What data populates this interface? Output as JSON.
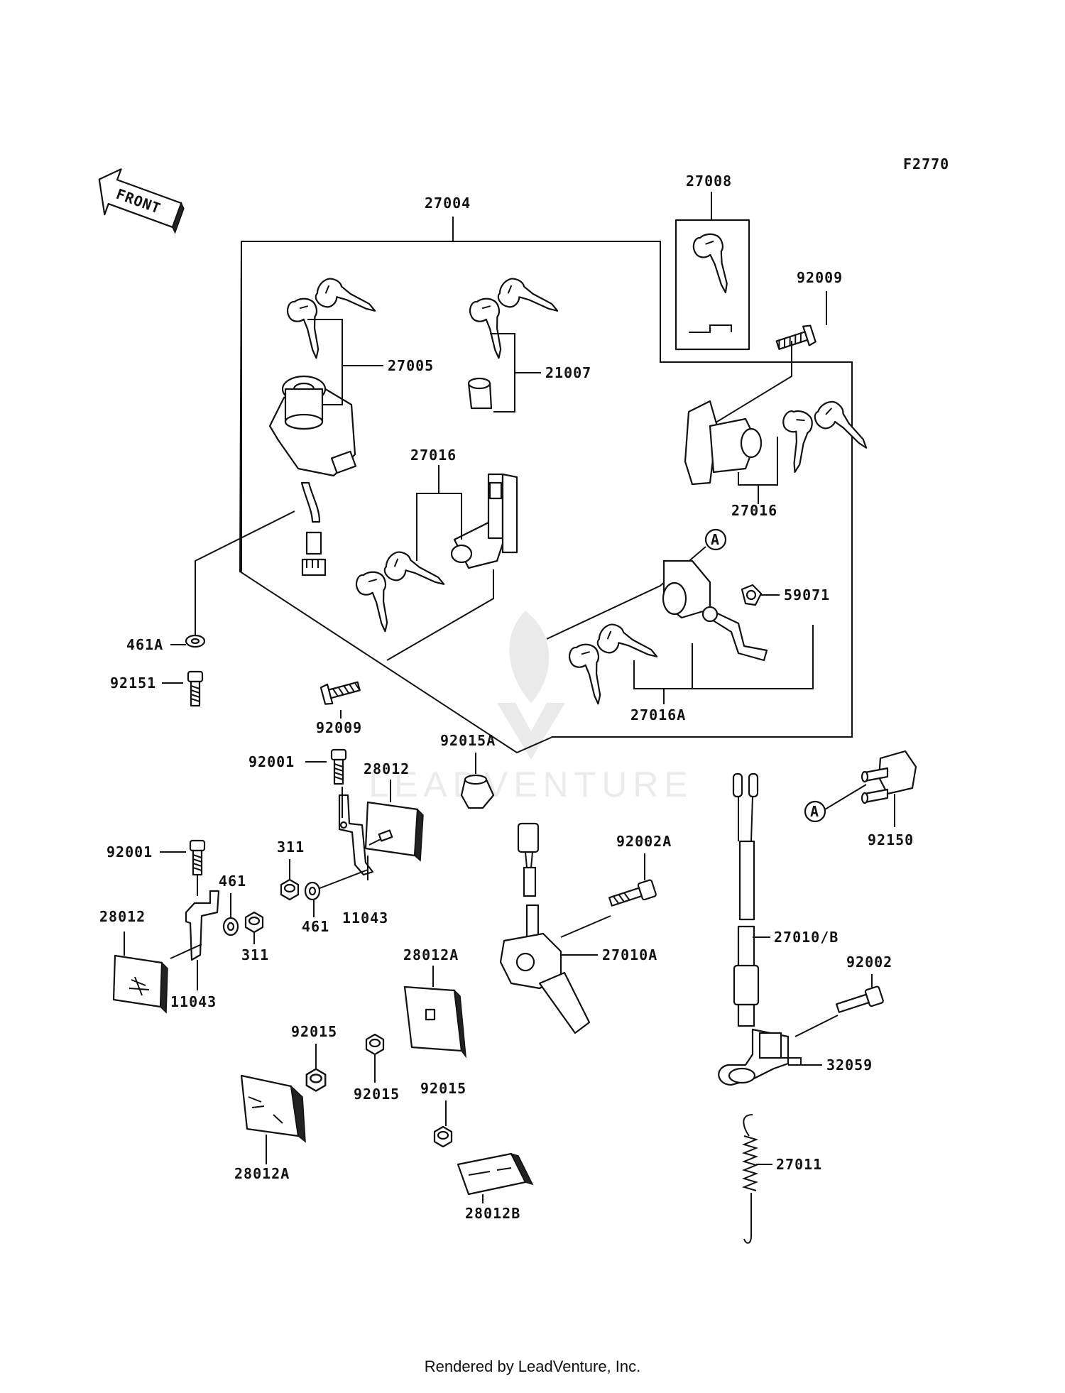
{
  "figure_code": "F2770",
  "front_label": "FRONT",
  "watermark": "LEADVENTURE",
  "footer": "Rendered by LeadVenture, Inc.",
  "callouts": {
    "c27004": "27004",
    "c27008": "27008",
    "c92009_top": "92009",
    "c27005": "27005",
    "c21007": "21007",
    "c27016_mid": "27016",
    "c27016_right": "27016",
    "circle_a_top": "A",
    "c59071": "59071",
    "c461a": "461A",
    "c92151": "92151",
    "c92009_bot": "92009",
    "c27016a": "27016A",
    "c92015a": "92015A",
    "c92001_top": "92001",
    "c28012_top": "28012",
    "c92002a": "92002A",
    "circle_a_bot": "A",
    "c92150": "92150",
    "c92001_left": "92001",
    "c311_top": "311",
    "c461_top": "461",
    "c28012_left": "28012",
    "c461_bot": "461",
    "c11043_mid": "11043",
    "c311_bot": "311",
    "c27010b": "27010/B",
    "c27010a": "27010A",
    "c28012a_mid": "28012A",
    "c11043_left": "11043",
    "c92002": "92002",
    "c92015_left": "92015",
    "c32059": "32059",
    "c92015_mid": "92015",
    "c92015_bot": "92015",
    "c27011": "27011",
    "c28012a_bot": "28012A",
    "c28012b": "28012B"
  }
}
